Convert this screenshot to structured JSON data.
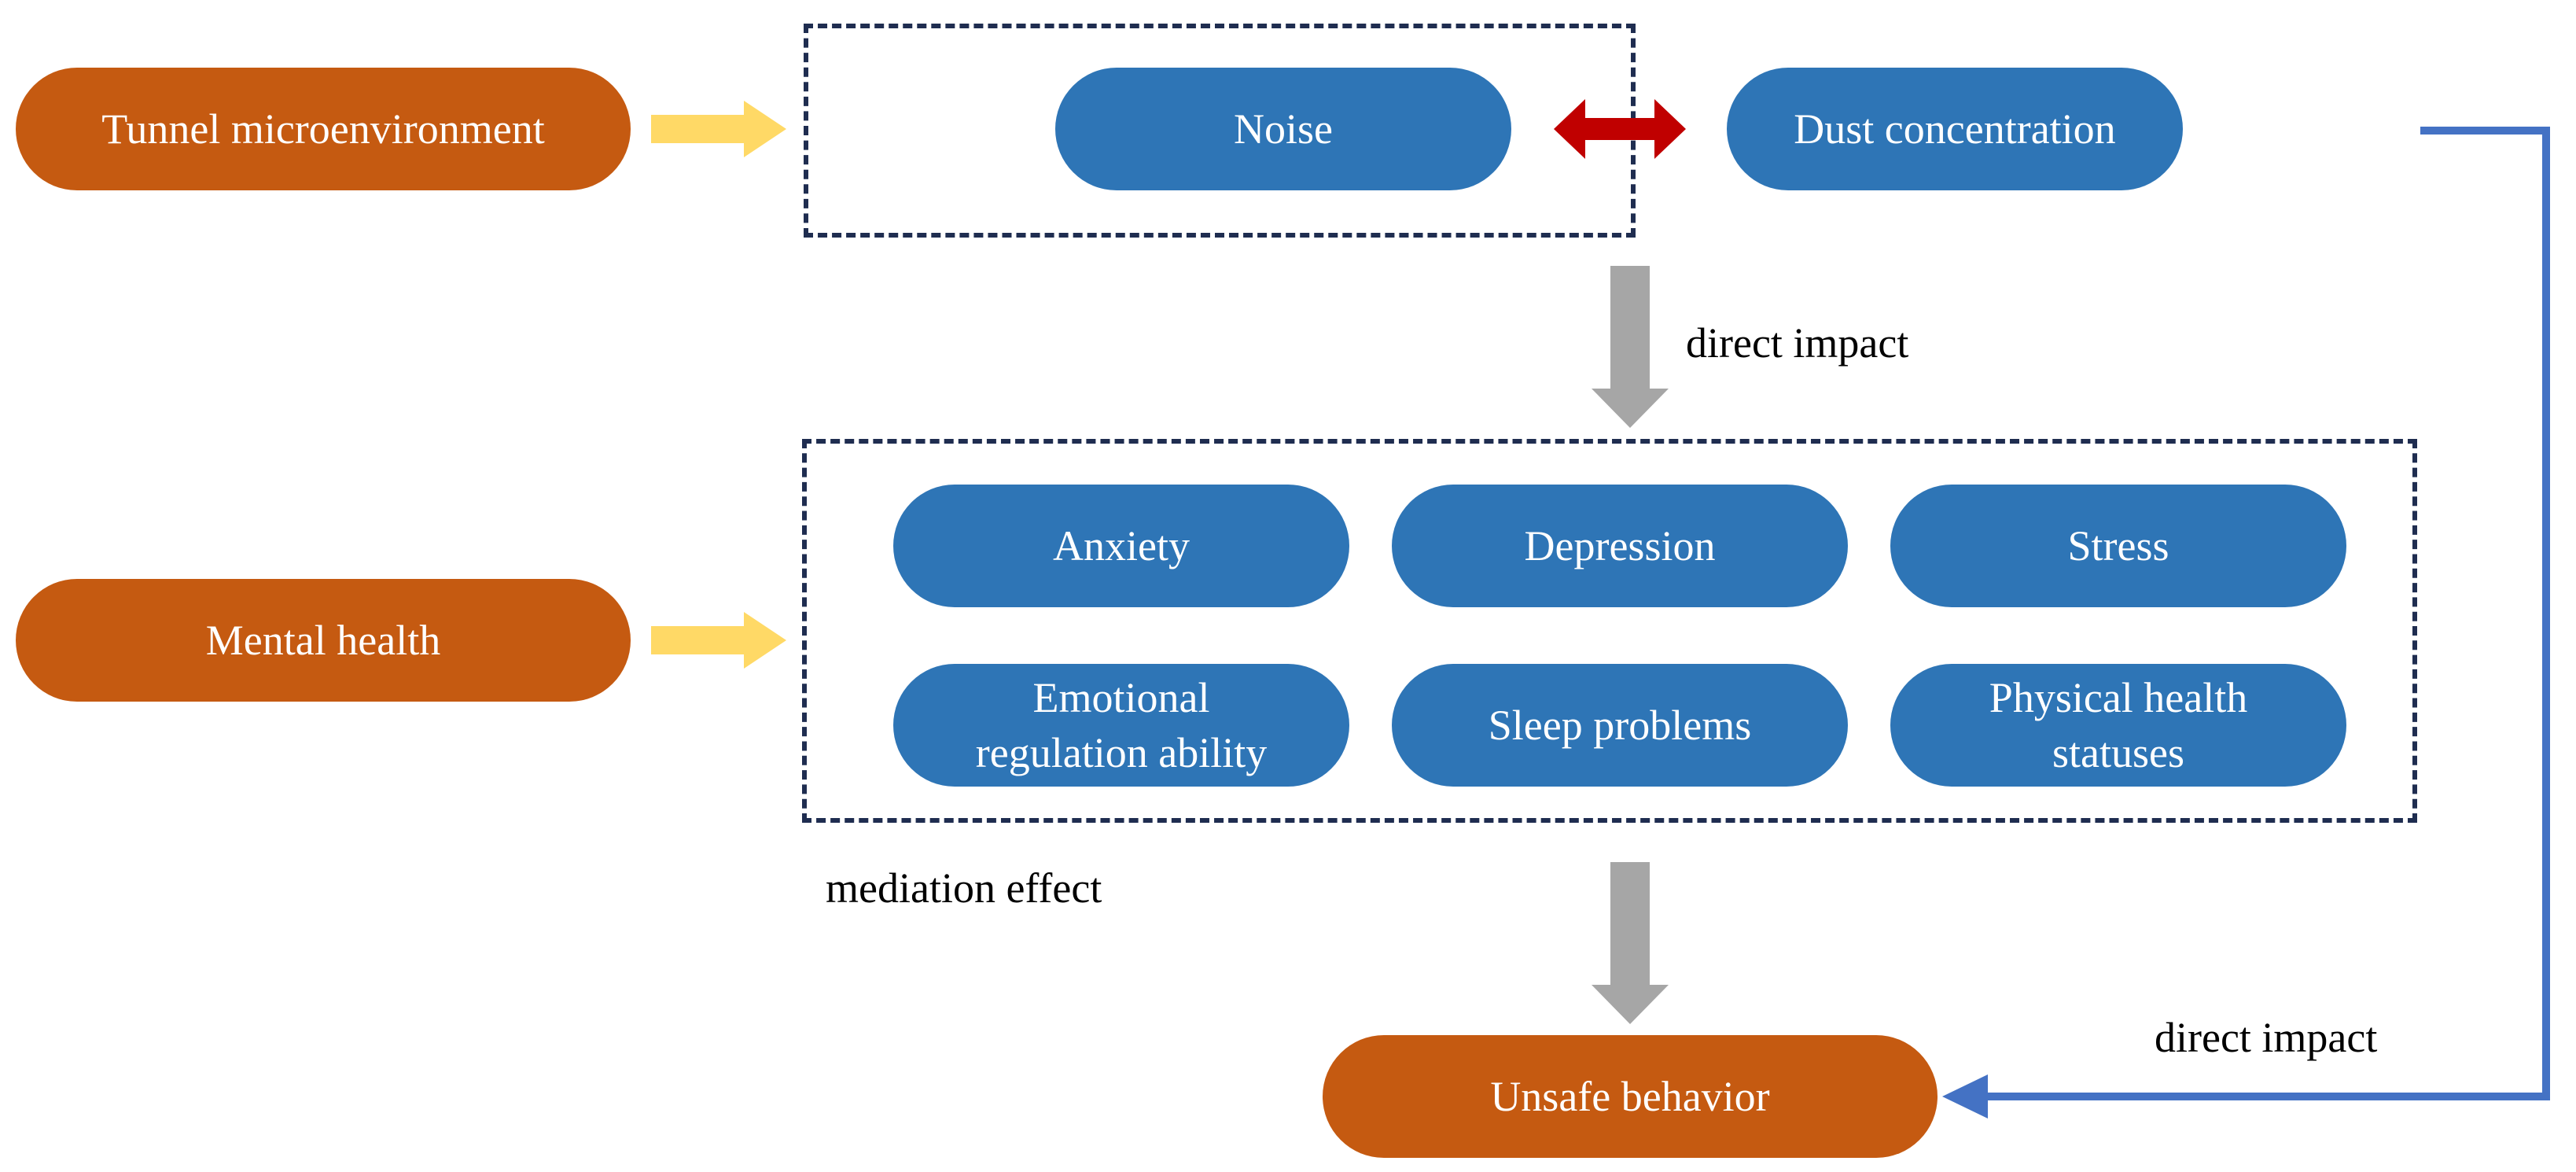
{
  "diagram": {
    "categories": {
      "tunnel": "Tunnel microenvironment",
      "mental": "Mental health",
      "outcome": "Unsafe behavior"
    },
    "tunnel_factors": {
      "noise": "Noise",
      "dust": "Dust concentration"
    },
    "mental_factors": {
      "anxiety": "Anxiety",
      "depression": "Depression",
      "stress": "Stress",
      "emotional_line1": "Emotional",
      "emotional_line2": "regulation ability",
      "sleep": "Sleep problems",
      "physical_line1": "Physical health",
      "physical_line2": "statuses"
    },
    "edge_labels": {
      "direct_impact_1": "direct impact",
      "mediation": "mediation effect",
      "direct_impact_2": "direct impact"
    },
    "colors": {
      "category_fill": "#c55a11",
      "factor_fill": "#2e75b6",
      "frame_border": "#1f2d50",
      "category_arrow": "#ffd966",
      "interaction_arrow": "#c00000",
      "flow_arrow": "#a6a6a6",
      "feedback_line": "#4472c4"
    }
  }
}
